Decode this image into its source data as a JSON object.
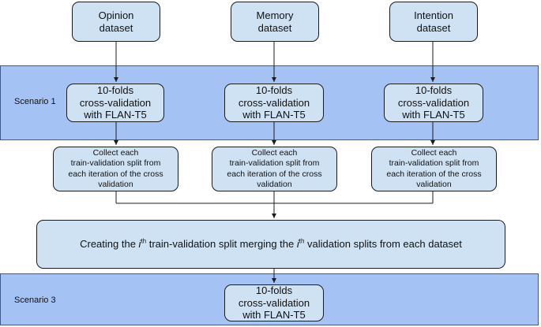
{
  "datasets": [
    {
      "label": "Opinion\ndataset"
    },
    {
      "label": "Memory\ndataset"
    },
    {
      "label": "Intention\ndataset"
    }
  ],
  "scenario1": {
    "label": "Scenario 1",
    "cv_boxes": [
      {
        "label": "10-folds\ncross-validation\nwith FLAN-T5"
      },
      {
        "label": "10-folds\ncross-validation\nwith FLAN-T5"
      },
      {
        "label": "10-folds\ncross-validation\nwith FLAN-T5"
      }
    ]
  },
  "collect_boxes": [
    {
      "label": "Collect each\ntrain-validation split from\neach iteration of the cross\nvalidation"
    },
    {
      "label": "Collect each\ntrain-validation split from\neach iteration of the cross\nvalidation"
    },
    {
      "label": "Collect each\ntrain-validation split from\neach iteration of the cross\nvalidation"
    }
  ],
  "merge": {
    "part1": "Creating the ",
    "sup1_base": "i",
    "sup1": "th",
    "part2": " train-validation split merging the ",
    "sup2_base": "i",
    "sup2": "th",
    "part3": " validation splits from each dataset"
  },
  "scenario3": {
    "label": "Scenario 3",
    "cv_box": {
      "label": "10-folds\ncross-validation\nwith FLAN-T5"
    }
  },
  "colors": {
    "band": "#a4c2f4",
    "box": "#cfe2f3",
    "line": "#1c1c1c"
  }
}
